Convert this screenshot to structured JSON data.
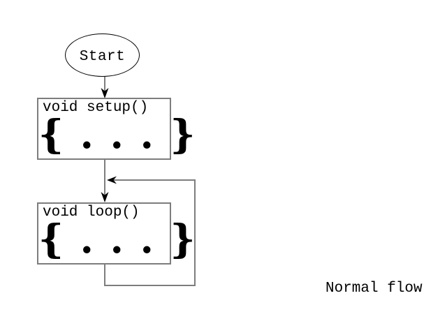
{
  "flowchart": {
    "start_label": "Start",
    "setup_box": {
      "title": "void setup()",
      "body": "{ . . . }"
    },
    "loop_box": {
      "title": "void loop()",
      "body": "{ . . . }"
    },
    "caption": "Normal flow",
    "colors": {
      "connector_line": "#7d7d7d",
      "box_border": "#7d7d7d",
      "node_outline": "#000000",
      "arrowhead": "#000000",
      "text": "#000000",
      "background": "#ffffff"
    }
  }
}
